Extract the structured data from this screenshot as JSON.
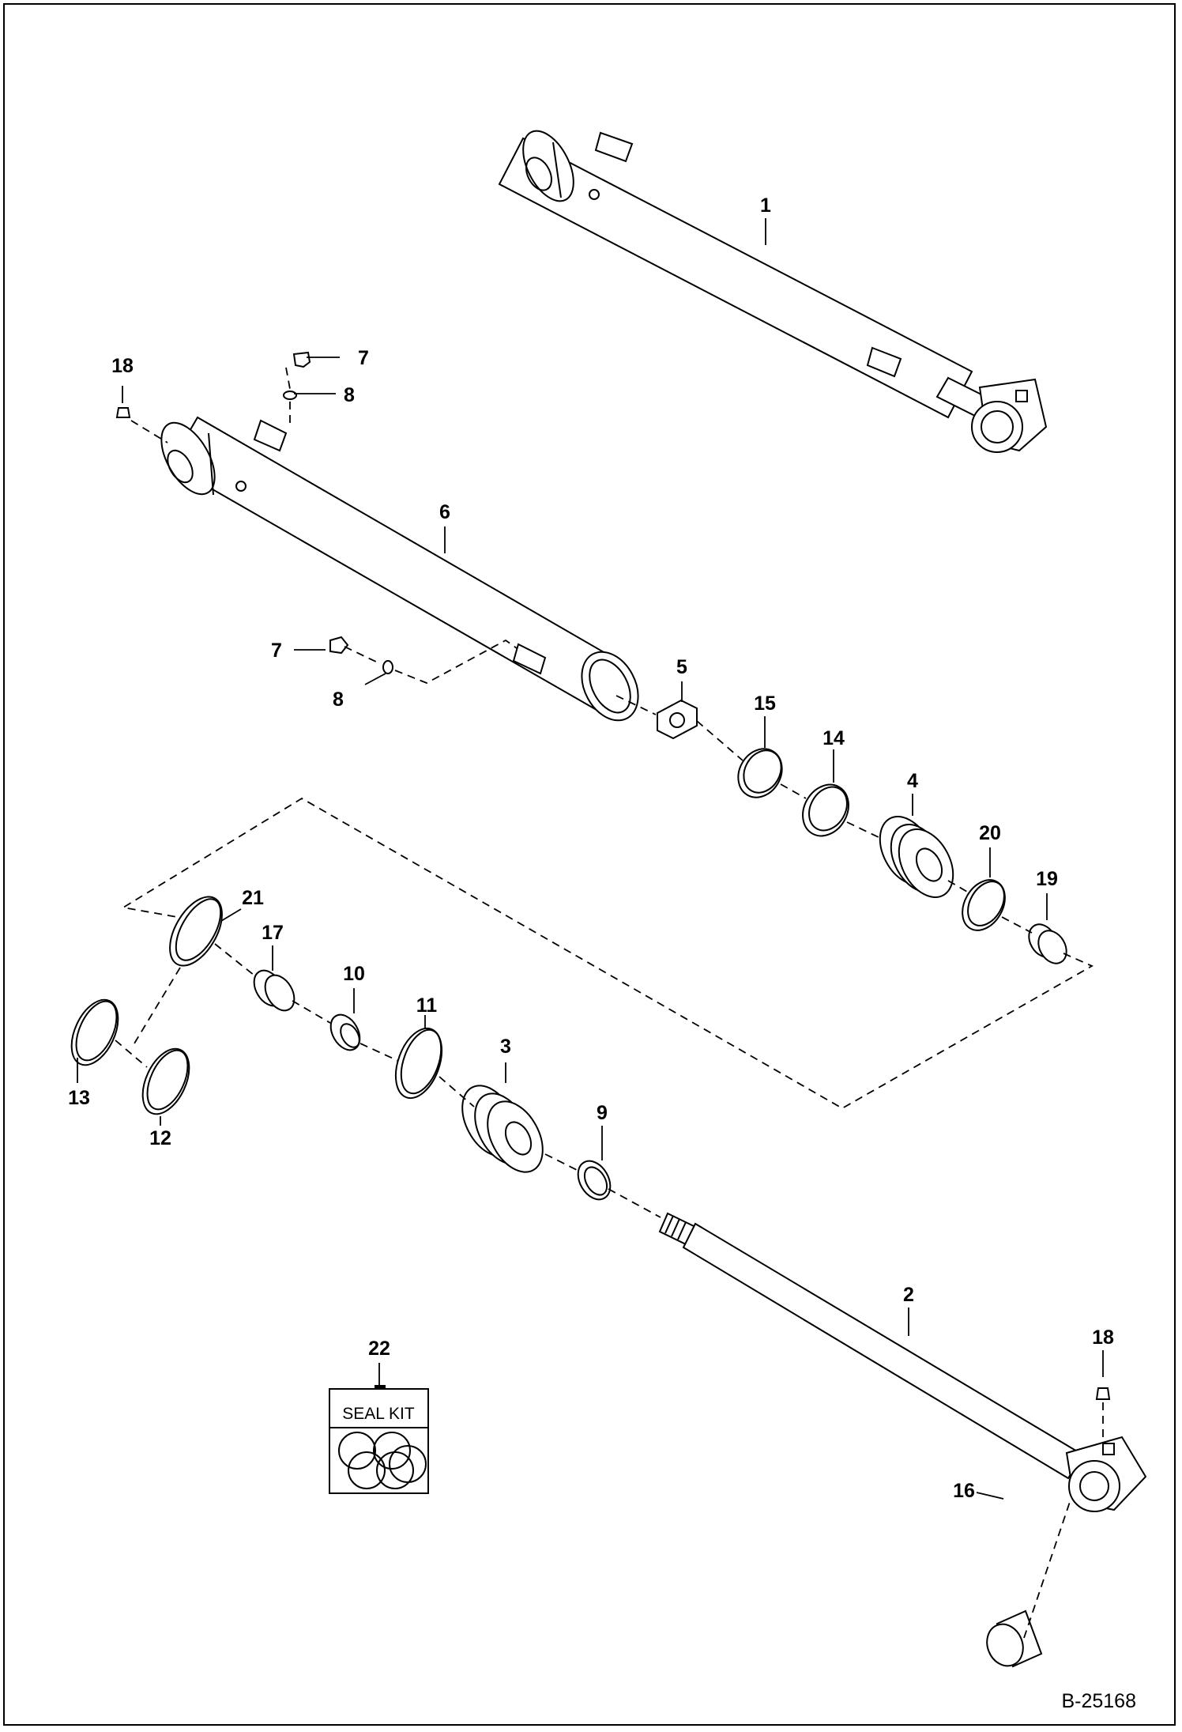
{
  "callouts": {
    "c1": "1",
    "c2": "2",
    "c3": "3",
    "c4": "4",
    "c5": "5",
    "c6": "6",
    "c7a": "7",
    "c7b": "7",
    "c8a": "8",
    "c8b": "8",
    "c9": "9",
    "c10": "10",
    "c11": "11",
    "c12": "12",
    "c13": "13",
    "c14": "14",
    "c15": "15",
    "c16": "16",
    "c17": "17",
    "c18a": "18",
    "c18b": "18",
    "c19": "19",
    "c20": "20",
    "c21": "21",
    "c22": "22"
  },
  "seal_kit": {
    "label": "SEAL KIT"
  },
  "figure_ref": "B-25168"
}
